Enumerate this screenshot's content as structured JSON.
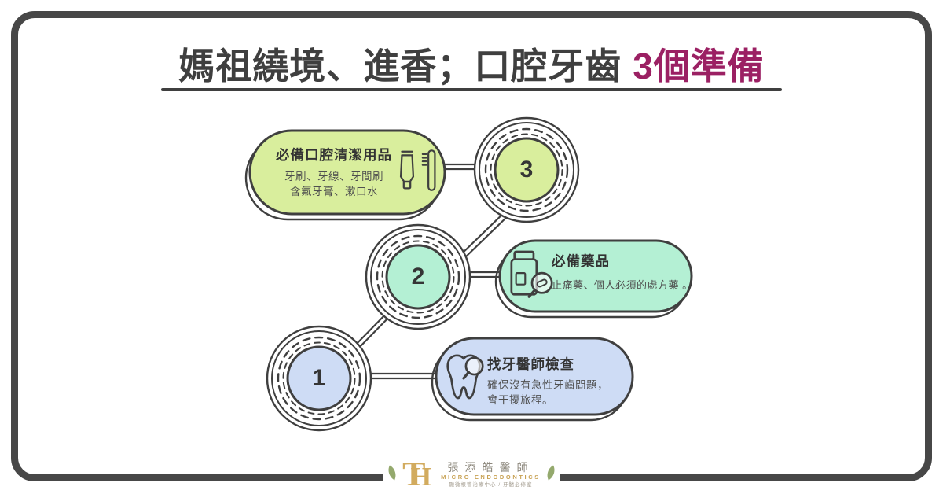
{
  "title": {
    "main": "媽祖繞境、進香；口腔牙齒",
    "accent": "3個準備"
  },
  "colors": {
    "ink": "#3f3f3f",
    "frame": "#474747",
    "accent": "#9b2063",
    "step1_fill": "#cedcf5",
    "step2_fill": "#b4f0d4",
    "step3_fill": "#d9ee9d",
    "gold": "#cfa85c",
    "leaf": "#94a96d"
  },
  "steps": [
    {
      "number": "1",
      "title": "找牙醫師檢查",
      "lines": [
        "確保沒有急性牙齒問題，",
        "會干擾旅程。"
      ],
      "fill": "#cedcf5",
      "icon": "tooth-magnifier-icon"
    },
    {
      "number": "2",
      "title": "必備藥品",
      "lines": [
        "止痛藥、個人必須的處方藥 。"
      ],
      "fill": "#b4f0d4",
      "icon": "medicine-bottle-magnifier-icon"
    },
    {
      "number": "3",
      "title": "必備口腔清潔用品",
      "lines": [
        "牙刷、牙線、牙間刷",
        "含氟牙膏、漱口水"
      ],
      "fill": "#d9ee9d",
      "icon": "toothpaste-toothbrush-icon"
    }
  ],
  "footer": {
    "monogram_t": "T",
    "monogram_h": "H",
    "doctor_name": "張添皓醫師",
    "brand": "MICRO ENDODONTICS",
    "tagline": "顯微根管治療中心 / 牙髓必修室"
  }
}
